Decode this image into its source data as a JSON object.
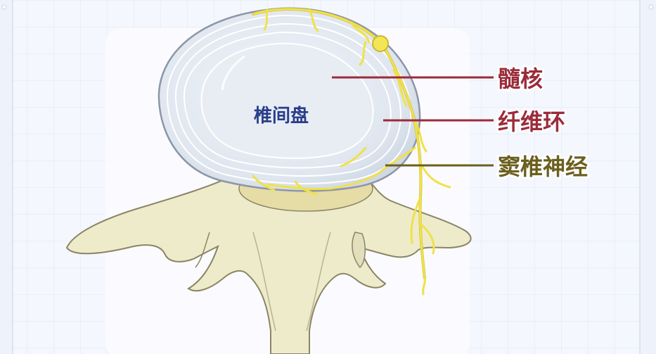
{
  "disc_label": "椎间盘",
  "labels": {
    "nucleus": "髓核",
    "annulus": "纤维环",
    "nerve": "窦椎神经"
  },
  "colors": {
    "background": "#f4f7fd",
    "grid": "#dfe6f4",
    "panel": "#fbfcff",
    "disc_inner": "#e9eef5",
    "disc_rings": "#ffffff",
    "bone": "#eeebcb",
    "bone_shadow": "#e6dca6",
    "nerve": "#f0e14a",
    "nucleus_line": "#9b2c3a",
    "annulus_line": "#9b2c3a",
    "nerve_line": "#6b5f1e",
    "disc_text": "#2a3d8a"
  }
}
